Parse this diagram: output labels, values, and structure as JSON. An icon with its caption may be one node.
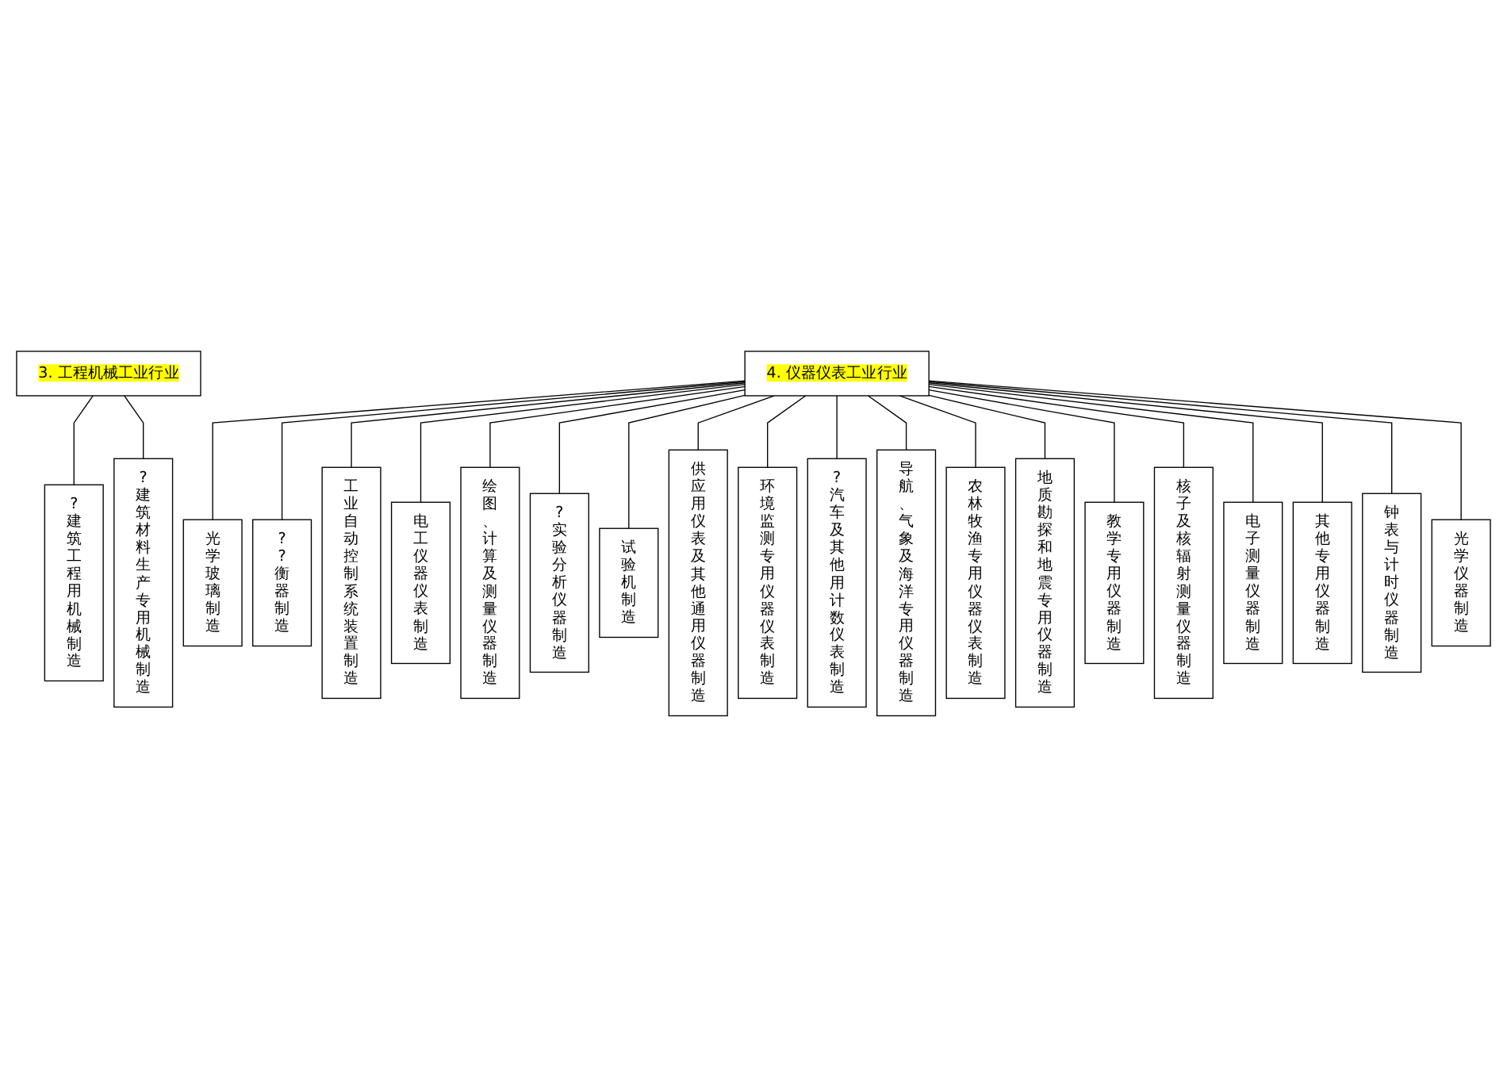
{
  "diagram": {
    "nodes": [
      {
        "text": [
          "3. 工程机械工业行业"
        ]
      },
      {
        "text": [
          "?建筑工程用机械制造"
        ]
      },
      {
        "text": [
          "?建筑材料生产专用机械制造"
        ]
      },
      {
        "text": [
          "4. 仪器仪表工业行业"
        ]
      },
      {
        "text": [
          "光学玻璃制造"
        ]
      },
      {
        "text": [
          "??衡器制造"
        ]
      },
      {
        "text": [
          "工业自动控制系统装置制造"
        ]
      },
      {
        "text": [
          "电工仪器仪表制造"
        ]
      },
      {
        "text": [
          "绘图、计算及测量仪器制造"
        ]
      },
      {
        "text": [
          "?实验分析仪器制造"
        ]
      },
      {
        "text": [
          "试验机制造"
        ]
      },
      {
        "text": [
          "供应用仪表及其他通用仪器制造"
        ]
      },
      {
        "text": [
          "环境监测专用仪器仪表制造"
        ]
      },
      {
        "text": [
          "?汽车及其他用计数仪表制造"
        ]
      },
      {
        "text": [
          "导航、气象及海洋专用仪器制造"
        ]
      },
      {
        "text": [
          "农林牧渔专用仪器仪表制造"
        ]
      },
      {
        "text": [
          "地质勘探和地震专用仪器制造"
        ]
      },
      {
        "text": [
          "教学专用仪器制造"
        ]
      },
      {
        "text": [
          "核子及核辐射测量仪器制造"
        ]
      },
      {
        "text": [
          "电子测量仪器制造"
        ]
      },
      {
        "text": [
          "其他专用仪器制造"
        ]
      },
      {
        "text": [
          "钟表与计时仪器制造"
        ]
      },
      {
        "text": [
          "光学仪器制造"
        ]
      }
    ],
    "edges": [
      {
        "from": 0,
        "to": 1,
        "arrow": "none"
      },
      {
        "from": 0,
        "to": 2,
        "arrow": "none"
      },
      {
        "from": 3,
        "to": 4,
        "arrow": "none"
      },
      {
        "from": 3,
        "to": 5,
        "arrow": "none"
      },
      {
        "from": 3,
        "to": 6,
        "arrow": "none"
      },
      {
        "from": 3,
        "to": 7,
        "arrow": "none"
      },
      {
        "from": 3,
        "to": 8,
        "arrow": "none"
      },
      {
        "from": 3,
        "to": 9,
        "arrow": "none"
      },
      {
        "from": 3,
        "to": 10,
        "arrow": "none"
      },
      {
        "from": 3,
        "to": 11,
        "arrow": "none"
      },
      {
        "from": 3,
        "to": 12,
        "arrow": "none"
      },
      {
        "from": 3,
        "to": 13,
        "arrow": "none"
      },
      {
        "from": 3,
        "to": 14,
        "arrow": "none"
      },
      {
        "from": 3,
        "to": 15,
        "arrow": "none"
      },
      {
        "from": 3,
        "to": 16,
        "arrow": "none"
      },
      {
        "from": 3,
        "to": 17,
        "arrow": "none"
      },
      {
        "from": 3,
        "to": 18,
        "arrow": "none"
      },
      {
        "from": 3,
        "to": 19,
        "arrow": "none"
      },
      {
        "from": 3,
        "to": 20,
        "arrow": "none"
      },
      {
        "from": 3,
        "to": 21,
        "arrow": "none"
      },
      {
        "from": 3,
        "to": 22,
        "arrow": "none"
      }
    ]
  }
}
